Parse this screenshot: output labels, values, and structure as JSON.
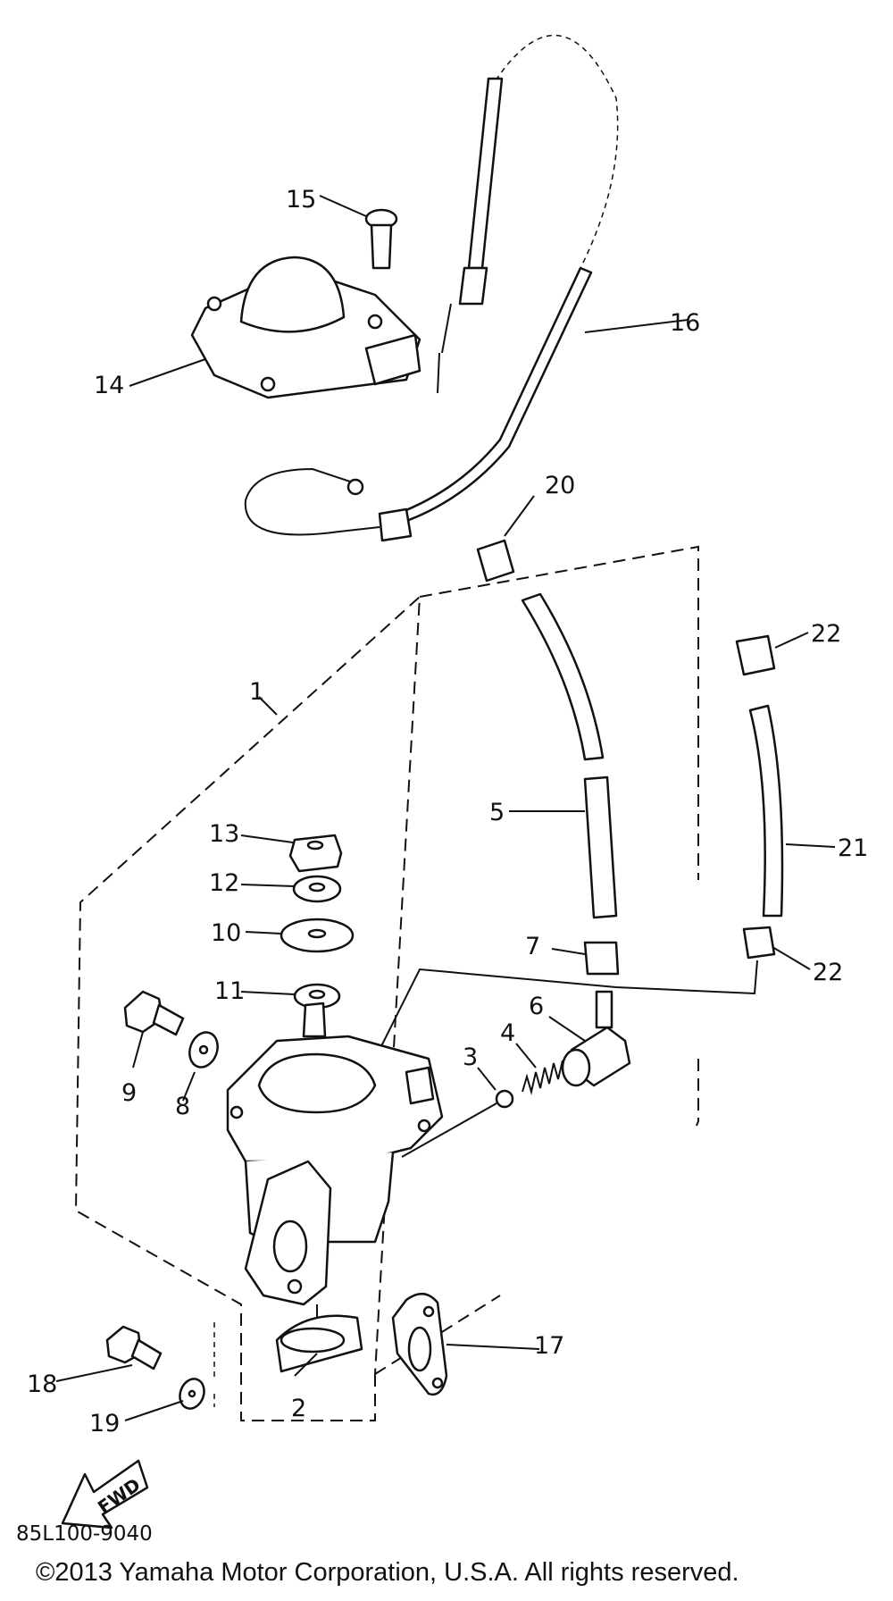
{
  "parts": [
    {
      "number": "1"
    },
    {
      "number": "2"
    },
    {
      "number": "3"
    },
    {
      "number": "4"
    },
    {
      "number": "5"
    },
    {
      "number": "6"
    },
    {
      "number": "7"
    },
    {
      "number": "8"
    },
    {
      "number": "9"
    },
    {
      "number": "10"
    },
    {
      "number": "11"
    },
    {
      "number": "12"
    },
    {
      "number": "13"
    },
    {
      "number": "14"
    },
    {
      "number": "15"
    },
    {
      "number": "16"
    },
    {
      "number": "17"
    },
    {
      "number": "18"
    },
    {
      "number": "19"
    },
    {
      "number": "20"
    },
    {
      "number": "21"
    },
    {
      "number": "22"
    }
  ],
  "fwd_label": "FWD",
  "diagram_code": "85L100-9040",
  "copyright": "©2013 Yamaha Motor Corporation, U.S.A. All rights reserved."
}
